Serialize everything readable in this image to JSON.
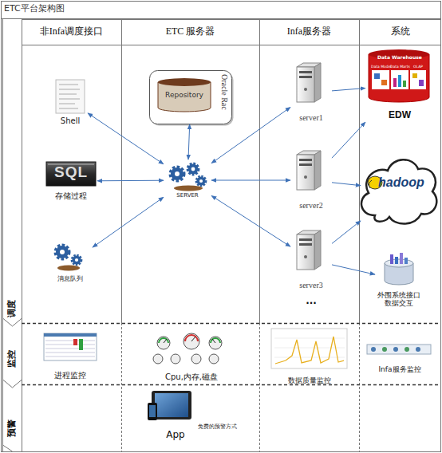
{
  "diagram": {
    "title": "ETC平台架构图",
    "nodes": [
      {
        "text": [
          "非Infa调度接口"
        ]
      },
      {
        "text": [
          "ETC 服务器"
        ]
      },
      {
        "text": [
          "Infa服务器"
        ]
      },
      {
        "text": [
          "系统"
        ]
      },
      {
        "text": [
          "调度"
        ]
      },
      {
        "text": [
          "监控"
        ]
      },
      {
        "text": [
          "预警"
        ]
      },
      {
        "text": [
          "Shell"
        ]
      },
      {
        "text": [
          "SQL",
          "存储过程"
        ]
      },
      {
        "text": [
          "消息队列"
        ]
      },
      {
        "text": [
          "Oracle Rac"
        ]
      },
      {
        "text": [
          "Repository"
        ],
        "in": 10
      },
      {
        "text": [
          "SERVER"
        ]
      },
      {
        "text": [
          "server1"
        ]
      },
      {
        "text": [
          "server2"
        ]
      },
      {
        "text": [
          "server3"
        ]
      },
      {
        "text": [
          "Data Warehouse",
          "Data Model",
          "Data Marts",
          "OLAP",
          "EDW"
        ]
      },
      {
        "text": [
          "hadoop"
        ]
      },
      {
        "text": [
          "外围系统接口 数据交互"
        ]
      },
      {
        "text": [
          "进程监控"
        ]
      },
      {
        "text": [
          "Cpu,内存,磁盘"
        ]
      },
      {
        "text": [
          "数据质量监控"
        ]
      },
      {
        "text": [
          "Infa服务监控"
        ]
      },
      {
        "text": [
          "App",
          "免费的预警方式"
        ]
      }
    ],
    "edges": [
      {
        "from": 12,
        "to": 7,
        "arrow": "both"
      },
      {
        "from": 12,
        "to": 8,
        "arrow": "both"
      },
      {
        "from": 12,
        "to": 9,
        "arrow": "both"
      },
      {
        "from": 12,
        "to": 10,
        "arrow": "both"
      },
      {
        "from": 12,
        "to": 13,
        "arrow": "both"
      },
      {
        "from": 12,
        "to": 14,
        "arrow": "both"
      },
      {
        "from": 12,
        "to": 15,
        "arrow": "both"
      },
      {
        "from": 13,
        "to": 16,
        "arrow": "to"
      },
      {
        "from": 14,
        "to": 16,
        "arrow": "to"
      },
      {
        "from": 14,
        "to": 17,
        "arrow": "to"
      },
      {
        "from": 15,
        "to": 17,
        "arrow": "to"
      },
      {
        "from": 15,
        "to": 18,
        "arrow": "to"
      }
    ],
    "labels": [
      "..."
    ]
  }
}
